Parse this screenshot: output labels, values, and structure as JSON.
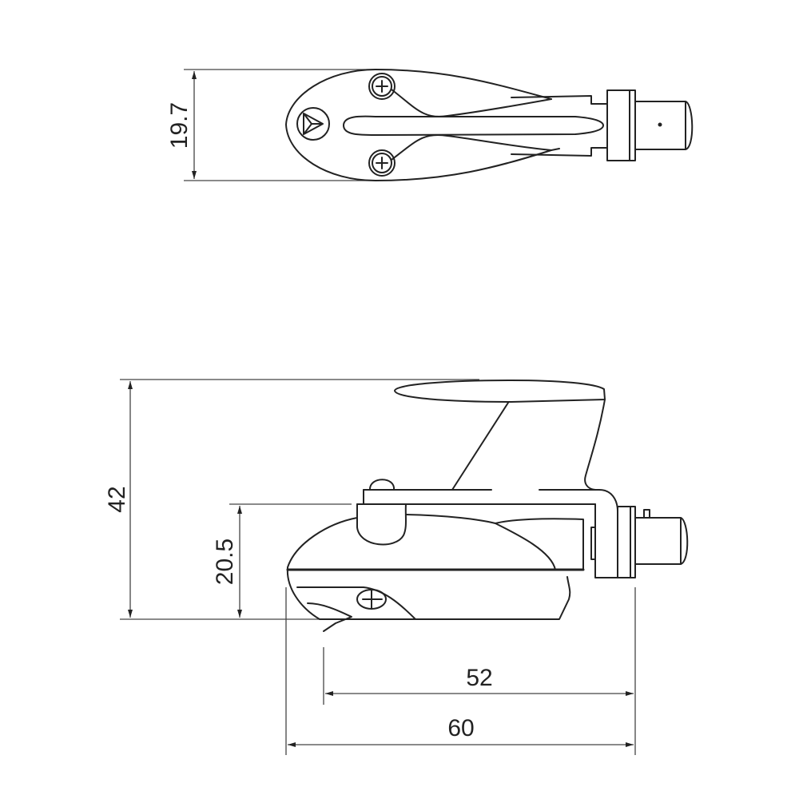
{
  "drawing": {
    "top_view": {
      "width_dimension": "19.7"
    },
    "side_view": {
      "height_dimension": "42",
      "body_height_dimension": "20.5",
      "stylus_to_mount_dimension": "52",
      "overall_length_dimension": "60"
    }
  }
}
